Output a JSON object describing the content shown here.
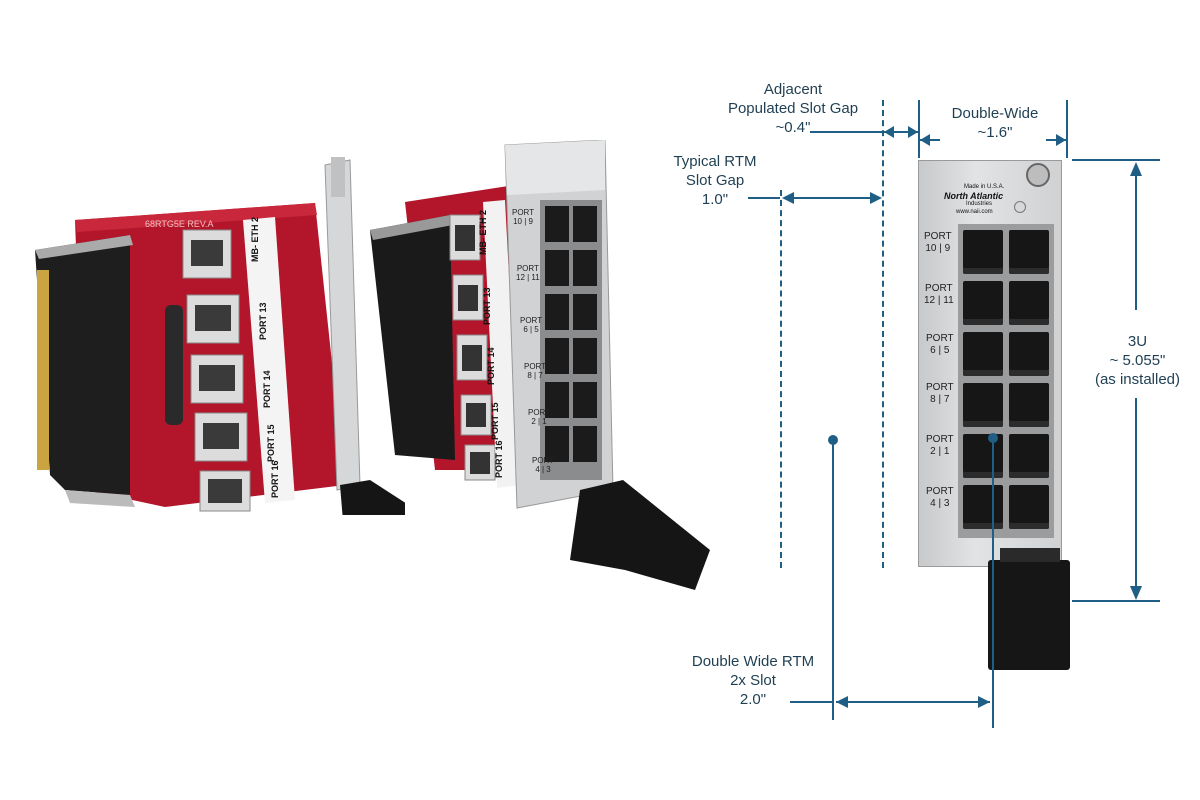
{
  "annotations": {
    "adjacent_gap": {
      "line1": "Adjacent",
      "line2": "Populated Slot Gap",
      "value": "~0.4\""
    },
    "typical_gap": {
      "line1": "Typical RTM",
      "line2": "Slot Gap",
      "value": "1.0\""
    },
    "double_wide": {
      "line1": "Double-Wide",
      "value": "~1.6\""
    },
    "height": {
      "line1": "3U",
      "line2": "~ 5.055\"",
      "line3": "(as installed)"
    },
    "double_slot": {
      "line1": "Double Wide RTM",
      "line2": "2x Slot",
      "value": "2.0\""
    }
  },
  "faceplate": {
    "brand_small": "Made in U.S.A.",
    "brand": "North Atlantic",
    "brand_sub": "Industries",
    "url": "www.naii.com",
    "port_word": "PORT",
    "ports": [
      "10 | 9",
      "12 | 11",
      "6 | 5",
      "8 | 7",
      "2 | 1",
      "4 | 3"
    ]
  },
  "left_card": {
    "silkscreen": "68RTG5E REV.A",
    "labels": [
      "MB-",
      "ETH 2",
      "PORT",
      "13",
      "PORT",
      "14",
      "PORT",
      "15",
      "PORT",
      "16"
    ]
  },
  "middle_card": {
    "labels": [
      "MB-",
      "ETH 2",
      "PORT",
      "13",
      "PORT",
      "14",
      "PORT",
      "15",
      "PORT",
      "16"
    ],
    "ports": [
      "10 | 9",
      "12 | 11",
      "6 | 5",
      "8 | 7",
      "2 | 1",
      "4 | 3"
    ]
  },
  "colors": {
    "accent": "#1f5f85",
    "pcb": "#b3162b",
    "metal": "#c9cbcd",
    "handle": "#151515"
  }
}
